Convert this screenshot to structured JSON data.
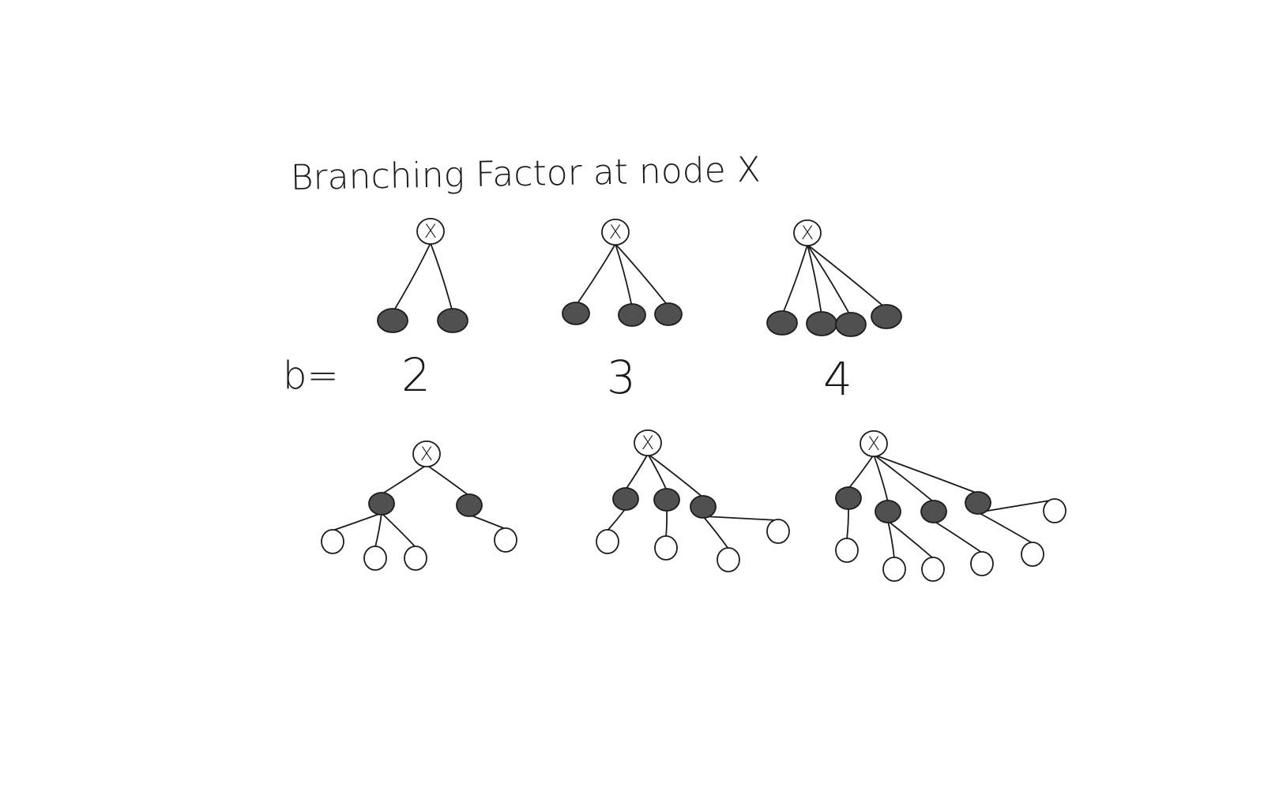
{
  "title": "Branching Factor at node X",
  "b_label": "b=",
  "root_label": "X",
  "b_values": [
    "2",
    "3",
    "4"
  ],
  "diagrams": {
    "top": [
      {
        "b": 2,
        "children": 2
      },
      {
        "b": 3,
        "children": 3
      },
      {
        "b": 4,
        "children": 4
      }
    ],
    "bottom": [
      {
        "children": 2,
        "grandchildren_per_child": [
          3,
          1
        ]
      },
      {
        "children": 3,
        "grandchildren_per_child": [
          1,
          1,
          2
        ]
      },
      {
        "children": 4,
        "grandchildren_per_child": [
          1,
          2,
          1,
          2
        ]
      }
    ]
  },
  "colors": {
    "ink": "#1c1c1c",
    "filled_node": "#505050",
    "background": "#ffffff"
  }
}
